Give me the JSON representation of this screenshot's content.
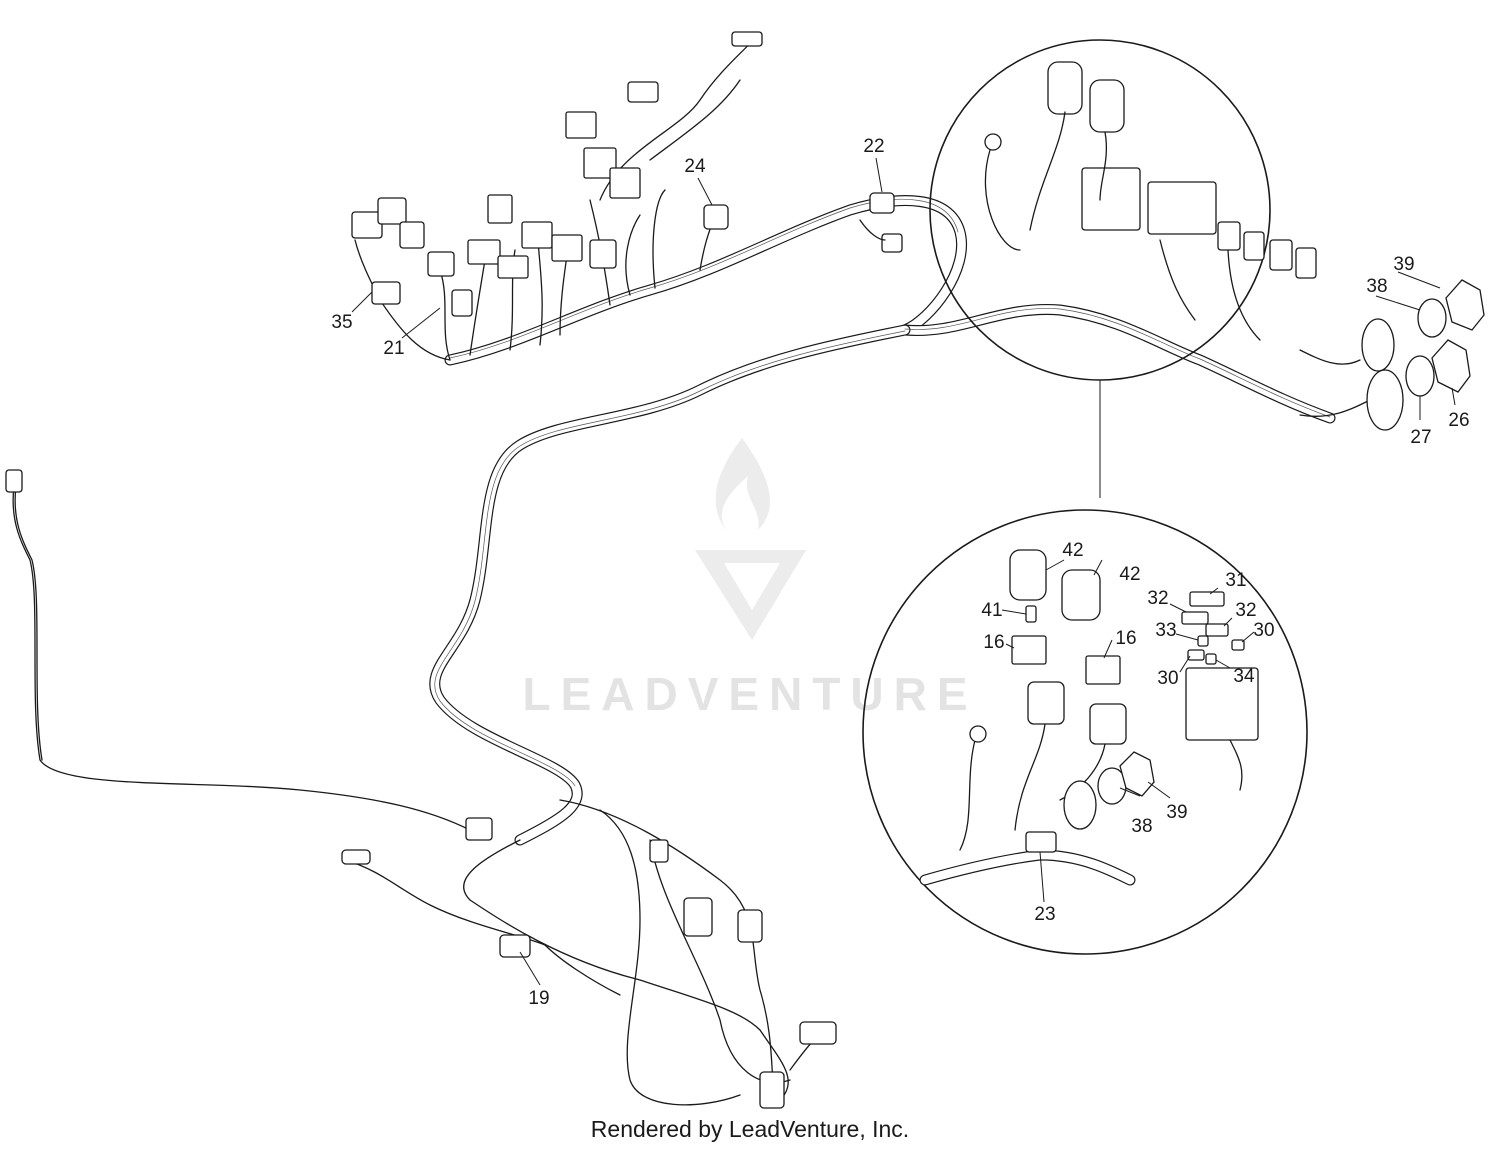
{
  "watermark": {
    "text": "LEADVENTURE"
  },
  "footer": {
    "text": "Rendered by LeadVenture, Inc."
  },
  "callouts": {
    "c16a": "16",
    "c16b": "16",
    "c19": "19",
    "c21": "21",
    "c22": "22",
    "c23": "23",
    "c24": "24",
    "c26": "26",
    "c27": "27",
    "c30a": "30",
    "c30b": "30",
    "c31": "31",
    "c32a": "32",
    "c32b": "32",
    "c33": "33",
    "c34": "34",
    "c35": "35",
    "c38a": "38",
    "c38b": "38",
    "c39a": "39",
    "c39b": "39",
    "c41": "41",
    "c42a": "42",
    "c42b": "42"
  }
}
